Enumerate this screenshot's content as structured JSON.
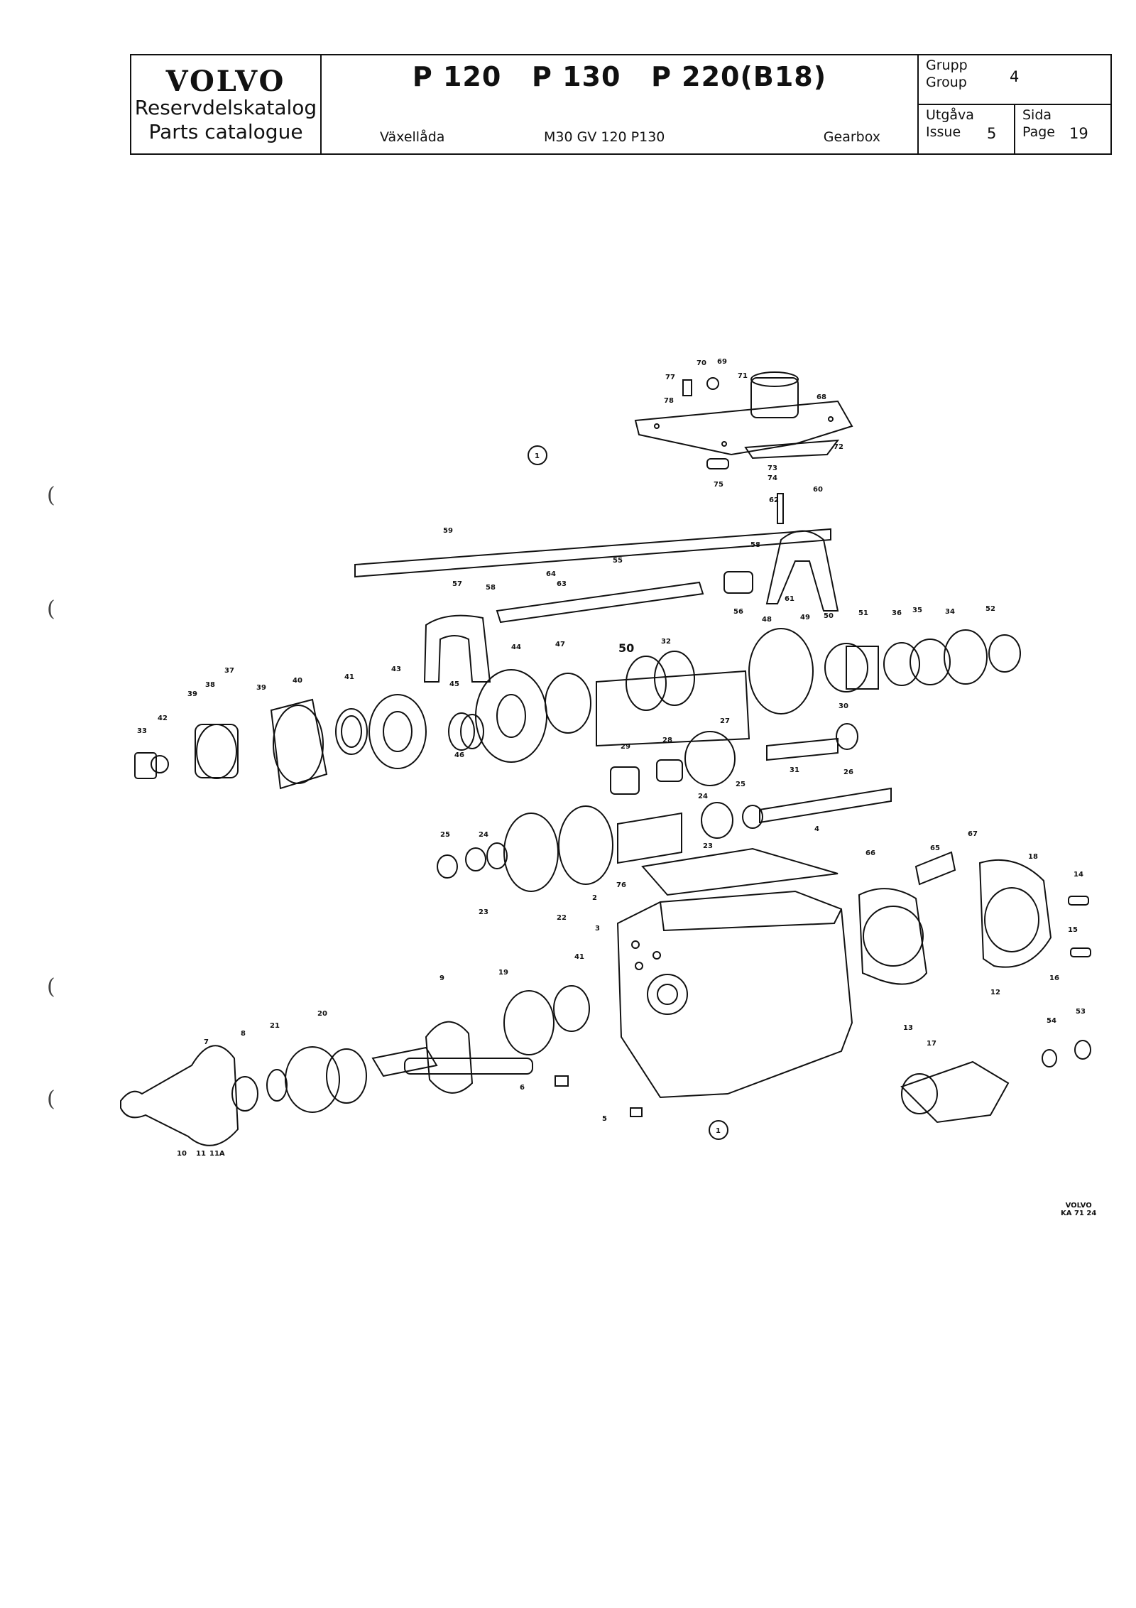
{
  "header": {
    "brand": "VOLVO",
    "catalog_sv": "Reservdelskatalog",
    "catalog_en": "Parts catalogue",
    "models": "P 120   P 130   P 220(B18)",
    "section_sv": "Växellåda",
    "section_code": "M30 GV 120 P130",
    "section_en": "Gearbox",
    "group_label_sv": "Grupp",
    "group_label_en": "Group",
    "group_value": "4",
    "issue_label_sv": "Utgåva",
    "issue_label_en": "Issue",
    "issue_value": "5",
    "page_label_sv": "Sida",
    "page_label_en": "Page",
    "page_value": "19"
  },
  "callouts": {
    "group_marker_top": "1",
    "group_marker_bottom": "1",
    "c2": "2",
    "c3": "3",
    "c4": "4",
    "c5": "5",
    "c6": "6",
    "c7": "7",
    "c8": "8",
    "c9": "9",
    "c10": "10",
    "c11": "11",
    "c11a": "11A",
    "c12": "12",
    "c13": "13",
    "c14": "14",
    "c15": "15",
    "c16": "16",
    "c17": "17",
    "c18": "18",
    "c19": "19",
    "c20": "20",
    "c21": "21",
    "c22": "22",
    "c23a": "23",
    "c23b": "23",
    "c24a": "24",
    "c24b": "24",
    "c25a": "25",
    "c25b": "25",
    "c26": "26",
    "c27": "27",
    "c28": "28",
    "c29": "29",
    "c30": "30",
    "c31": "31",
    "c32": "32",
    "c33": "33",
    "c34": "34",
    "c35": "35",
    "c36": "36",
    "c37": "37",
    "c38": "38",
    "c39a": "39",
    "c39b": "39",
    "c40": "40",
    "c41a": "41",
    "c41b": "41",
    "c42": "42",
    "c43": "43",
    "c44": "44",
    "c45": "45",
    "c46": "46",
    "c47": "47",
    "c48": "48",
    "c49": "49",
    "c50a": "50",
    "c50b": "50",
    "c51": "51",
    "c52": "52",
    "c53": "53",
    "c54": "54",
    "c55": "55",
    "c56": "56",
    "c57": "57",
    "c58a": "58",
    "c58b": "58",
    "c59": "59",
    "c60": "60",
    "c61": "61",
    "c62": "62",
    "c63": "63",
    "c64": "64",
    "c65": "65",
    "c66": "66",
    "c67": "67",
    "c68": "68",
    "c69": "69",
    "c70": "70",
    "c71": "71",
    "c72": "72",
    "c73": "73",
    "c74": "74",
    "c75": "75",
    "c76": "76",
    "c77": "77",
    "c78": "78"
  },
  "footer": {
    "code_brand": "VOLVO",
    "code_number": "KA 71 24"
  }
}
